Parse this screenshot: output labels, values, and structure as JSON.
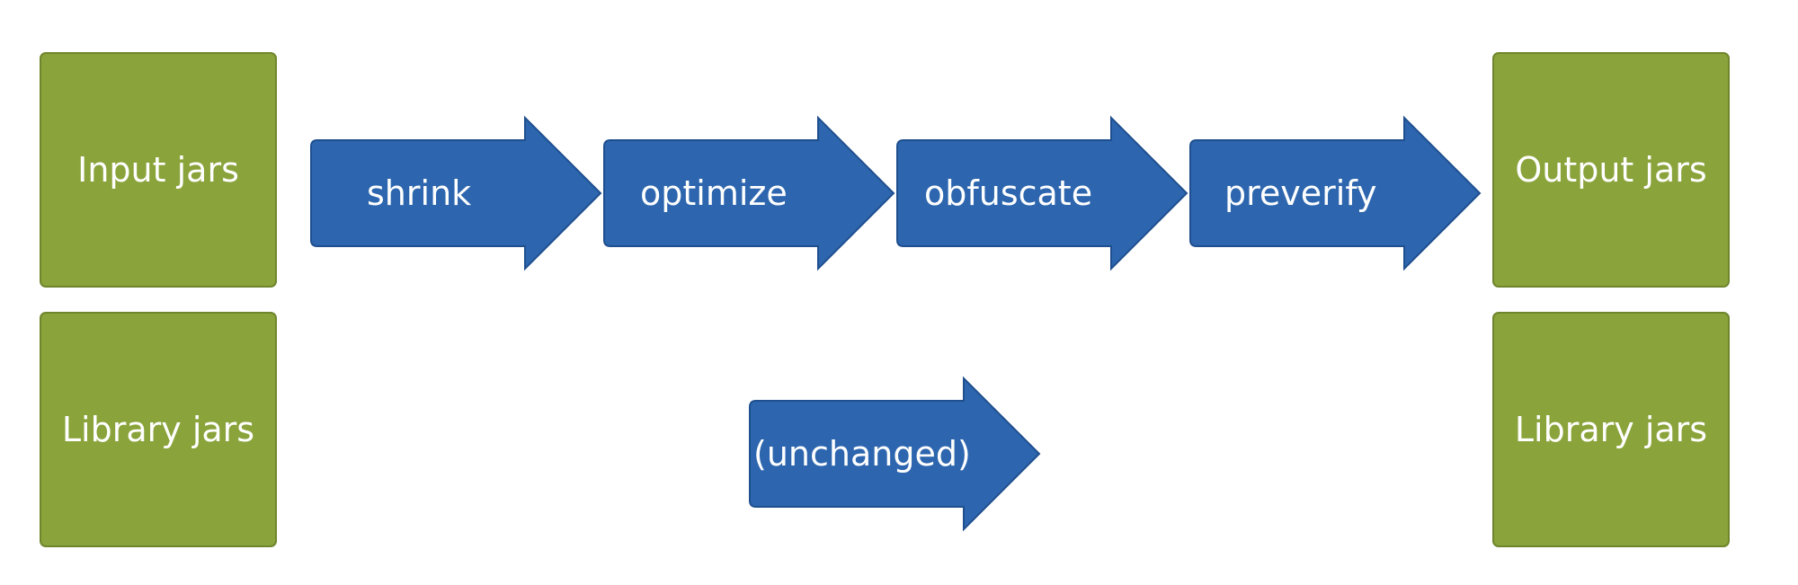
{
  "input": {
    "input_jars": "Input jars",
    "library_jars": "Library jars"
  },
  "output": {
    "output_jars": "Output jars",
    "library_jars": "Library jars"
  },
  "steps": [
    "shrink",
    "optimize",
    "obfuscate",
    "preverify"
  ],
  "library_passthrough": "(unchanged)",
  "colors": {
    "jar_fill": "#8aa33b",
    "jar_border": "#6f862c",
    "arrow_fill": "#2d66ae",
    "arrow_stroke": "#1f4f8f",
    "text": "#ffffff"
  }
}
